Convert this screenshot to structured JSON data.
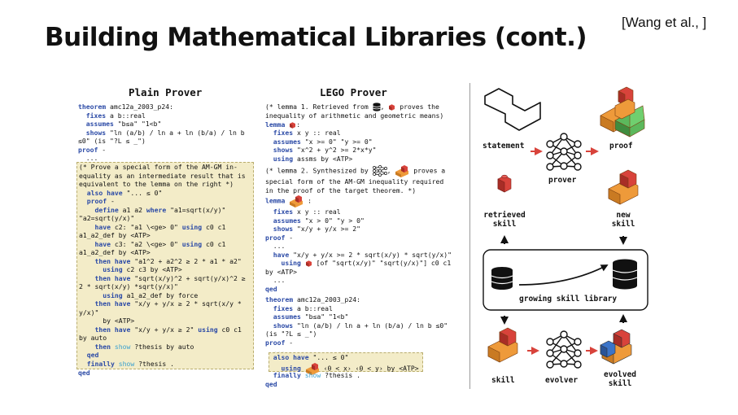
{
  "slide": {
    "title": "Building Mathematical Libraries (cont.)",
    "citation": "[Wang et al., ]"
  },
  "plain": {
    "heading": "Plain Prover",
    "lines_top": [
      [
        [
          "k",
          "theorem"
        ],
        [
          "t",
          " amc12a_2003_p24:"
        ]
      ],
      [
        [
          "t",
          "  "
        ],
        [
          "k",
          "fixes"
        ],
        [
          "t",
          " a b::real"
        ]
      ],
      [
        [
          "t",
          "  "
        ],
        [
          "k",
          "assumes"
        ],
        [
          "t",
          " \"b≤a\" \"1<b\""
        ]
      ],
      [
        [
          "t",
          "  "
        ],
        [
          "k",
          "shows"
        ],
        [
          "t",
          " \"ln (a/b) / ln a + ln (b/a) / ln b"
        ]
      ],
      [
        [
          "t",
          "≤0\" (is \"?L ≤ _\")"
        ]
      ],
      [
        [
          "k",
          "proof"
        ],
        [
          "t",
          " -"
        ]
      ],
      [
        [
          "t",
          "  ..."
        ]
      ]
    ],
    "lines_box": [
      [
        [
          "t",
          "(* Prove a special form of the AM-GM in-"
        ]
      ],
      [
        [
          "t",
          "equality as an intermediate result that is"
        ]
      ],
      [
        [
          "t",
          "equivalent to the lemma on the right *)"
        ]
      ],
      [
        [
          "t",
          "  "
        ],
        [
          "k",
          "also have"
        ],
        [
          "t",
          " \"... ≤ 0\""
        ]
      ],
      [
        [
          "t",
          "  "
        ],
        [
          "k",
          "proof"
        ],
        [
          "t",
          " -"
        ]
      ],
      [
        [
          "t",
          "    "
        ],
        [
          "k",
          "define"
        ],
        [
          "t",
          " a1 a2 "
        ],
        [
          "k",
          "where"
        ],
        [
          "t",
          " \"a1=sqrt(x/y)\""
        ]
      ],
      [
        [
          "t",
          "\"a2=sqrt(y/x)\""
        ]
      ],
      [
        [
          "t",
          "    "
        ],
        [
          "k",
          "have"
        ],
        [
          "t",
          " c2: \"a1 \\<ge> 0\" "
        ],
        [
          "k",
          "using"
        ],
        [
          "t",
          " c0 c1"
        ]
      ],
      [
        [
          "t",
          "a1_a2_def by <ATP>"
        ]
      ],
      [
        [
          "t",
          "    "
        ],
        [
          "k",
          "have"
        ],
        [
          "t",
          " c3: \"a2 \\<ge> 0\" "
        ],
        [
          "k",
          "using"
        ],
        [
          "t",
          " c0 c1"
        ]
      ],
      [
        [
          "t",
          "a1_a2_def by <ATP>"
        ]
      ],
      [
        [
          "t",
          "    "
        ],
        [
          "k",
          "then have"
        ],
        [
          "t",
          " \"a1^2 + a2^2 ≥ 2 * a1 * a2\""
        ]
      ],
      [
        [
          "t",
          "      "
        ],
        [
          "k",
          "using"
        ],
        [
          "t",
          " c2 c3 by <ATP>"
        ]
      ],
      [
        [
          "t",
          "    "
        ],
        [
          "k",
          "then have"
        ],
        [
          "t",
          " \"sqrt(x/y)^2 + sqrt(y/x)^2 ≥"
        ]
      ],
      [
        [
          "t",
          "2 * sqrt(x/y) *sqrt(y/x)\""
        ]
      ],
      [
        [
          "t",
          "      "
        ],
        [
          "k",
          "using"
        ],
        [
          "t",
          " a1_a2_def by force"
        ]
      ],
      [
        [
          "t",
          "    "
        ],
        [
          "k",
          "then have"
        ],
        [
          "t",
          " \"x/y + y/x ≥ 2 * sqrt(x/y *"
        ]
      ],
      [
        [
          "t",
          "y/x)\""
        ]
      ],
      [
        [
          "t",
          "      by <ATP>"
        ]
      ],
      [
        [
          "t",
          "    "
        ],
        [
          "k",
          "then have"
        ],
        [
          "t",
          " \"x/y + y/x ≥ 2\" "
        ],
        [
          "k",
          "using"
        ],
        [
          "t",
          " c0 c1"
        ]
      ],
      [
        [
          "t",
          "by auto"
        ]
      ],
      [
        [
          "t",
          "    "
        ],
        [
          "k",
          "then"
        ],
        [
          "t",
          " "
        ],
        [
          "s",
          "show"
        ],
        [
          "t",
          " ?thesis by auto"
        ]
      ],
      [
        [
          "t",
          "  "
        ],
        [
          "k",
          "qed"
        ]
      ],
      [
        [
          "t",
          "  "
        ],
        [
          "k",
          "finally"
        ],
        [
          "t",
          " "
        ],
        [
          "s",
          "show"
        ],
        [
          "t",
          " ?thesis ."
        ]
      ]
    ],
    "lines_end": [
      [
        [
          "k",
          "qed"
        ]
      ]
    ]
  },
  "lego": {
    "heading": "LEGO Prover",
    "lines_a": [
      [
        [
          "t",
          "(* lemma 1. Retrieved from "
        ],
        [
          "icon",
          "db-icon"
        ],
        [
          "t",
          ", "
        ],
        [
          "icon",
          "red-brick-icon"
        ],
        [
          "t",
          " proves the"
        ]
      ],
      [
        [
          "t",
          "inequality of arithmetic and geometric means)"
        ]
      ],
      [
        [
          "k",
          "lemma"
        ],
        [
          "t",
          " "
        ],
        [
          "icon",
          "red-brick-icon"
        ],
        [
          "t",
          ":"
        ]
      ],
      [
        [
          "t",
          "  "
        ],
        [
          "k",
          "fixes"
        ],
        [
          "t",
          " x y :: real"
        ]
      ],
      [
        [
          "t",
          "  "
        ],
        [
          "k",
          "assumes"
        ],
        [
          "t",
          " \"x >= 0\" \"y >= 0\""
        ]
      ],
      [
        [
          "t",
          "  "
        ],
        [
          "k",
          "shows"
        ],
        [
          "t",
          " \"x^2 + y^2 >= 2*x*y\""
        ]
      ],
      [
        [
          "t",
          "  "
        ],
        [
          "k",
          "using"
        ],
        [
          "t",
          " assms by <ATP>"
        ]
      ]
    ],
    "lines_b": [
      [
        [
          "t",
          "(* lemma 2. Synthesized by "
        ],
        [
          "icon",
          "nn-icon"
        ],
        [
          "t",
          ", "
        ],
        [
          "icon",
          "orange-brick-icon"
        ],
        [
          "t",
          " proves a"
        ]
      ],
      [
        [
          "t",
          "special form of the AM-GM inequality required"
        ]
      ],
      [
        [
          "t",
          "in the proof of the target theorem. *)"
        ]
      ],
      [
        [
          "k",
          "lemma"
        ],
        [
          "t",
          " "
        ],
        [
          "icon",
          "orange-brick-icon"
        ],
        [
          "t",
          " :"
        ]
      ],
      [
        [
          "t",
          "  "
        ],
        [
          "k",
          "fixes"
        ],
        [
          "t",
          " x y :: real"
        ]
      ],
      [
        [
          "t",
          "  "
        ],
        [
          "k",
          "assumes"
        ],
        [
          "t",
          " \"x > 0\" \"y > 0\""
        ]
      ],
      [
        [
          "t",
          "  "
        ],
        [
          "k",
          "shows"
        ],
        [
          "t",
          " \"x/y + y/x >= 2\""
        ]
      ],
      [
        [
          "k",
          "proof"
        ],
        [
          "t",
          " -"
        ]
      ],
      [
        [
          "t",
          "  ..."
        ]
      ],
      [
        [
          "t",
          "  "
        ],
        [
          "k",
          "have"
        ],
        [
          "t",
          " \"x/y + y/x >= 2 * sqrt(x/y) * sqrt(y/x)\""
        ]
      ],
      [
        [
          "t",
          "    "
        ],
        [
          "k",
          "using"
        ],
        [
          "t",
          " "
        ],
        [
          "icon",
          "red-brick-icon"
        ],
        [
          "t",
          " [of \"sqrt(x/y)\" \"sqrt(y/x)\"] c0 c1"
        ]
      ],
      [
        [
          "t",
          "by <ATP>"
        ]
      ],
      [
        [
          "t",
          "  ..."
        ]
      ],
      [
        [
          "k",
          "qed"
        ]
      ]
    ],
    "lines_c": [
      [
        [
          "k",
          "theorem"
        ],
        [
          "t",
          " amc12a_2003_p24:"
        ]
      ],
      [
        [
          "t",
          "  "
        ],
        [
          "k",
          "fixes"
        ],
        [
          "t",
          " a b::real"
        ]
      ],
      [
        [
          "t",
          "  "
        ],
        [
          "k",
          "assumes"
        ],
        [
          "t",
          " \"b≤a\" \"1<b\""
        ]
      ],
      [
        [
          "t",
          "  "
        ],
        [
          "k",
          "shows"
        ],
        [
          "t",
          " \"ln (a/b) / ln a + ln (b/a) / ln b ≤0\""
        ]
      ],
      [
        [
          "t",
          "(is \"?L ≤ _\")"
        ]
      ],
      [
        [
          "k",
          "proof"
        ],
        [
          "t",
          " -"
        ]
      ],
      [
        [
          "t",
          "  ..."
        ]
      ]
    ],
    "lines_box": [
      [
        [
          "t",
          "  "
        ],
        [
          "k",
          "also have"
        ],
        [
          "t",
          " \"... ≤ 0\""
        ]
      ],
      [
        [
          "t",
          "    "
        ],
        [
          "k",
          "using"
        ],
        [
          "t",
          " "
        ],
        [
          "icon",
          "orange-brick-icon"
        ],
        [
          "t",
          " ‹0 < x› ‹0 < y› by <ATP>"
        ]
      ]
    ],
    "lines_end": [
      [
        [
          "t",
          "  "
        ],
        [
          "k",
          "finally"
        ],
        [
          "t",
          " "
        ],
        [
          "s",
          "show"
        ],
        [
          "t",
          " ?thesis ."
        ]
      ],
      [
        [
          "k",
          "qed"
        ]
      ]
    ]
  },
  "diagram": {
    "statement": "statement",
    "prover": "prover",
    "proof": "proof",
    "retrieved_skill": "retrieved\nskill",
    "new_skill": "new\nskill",
    "library": "growing skill library",
    "skill": "skill",
    "evolver": "evolver",
    "evolved_skill": "evolved\nskill"
  },
  "colors": {
    "keyword": "#2b4aa6",
    "show": "#3aa0d0",
    "highlight": "#f3ecc8",
    "red_brick": "#d8433b",
    "orange_brick": "#ee9a3a",
    "green_brick": "#5cb85c",
    "blue_brick": "#3b74c9"
  }
}
